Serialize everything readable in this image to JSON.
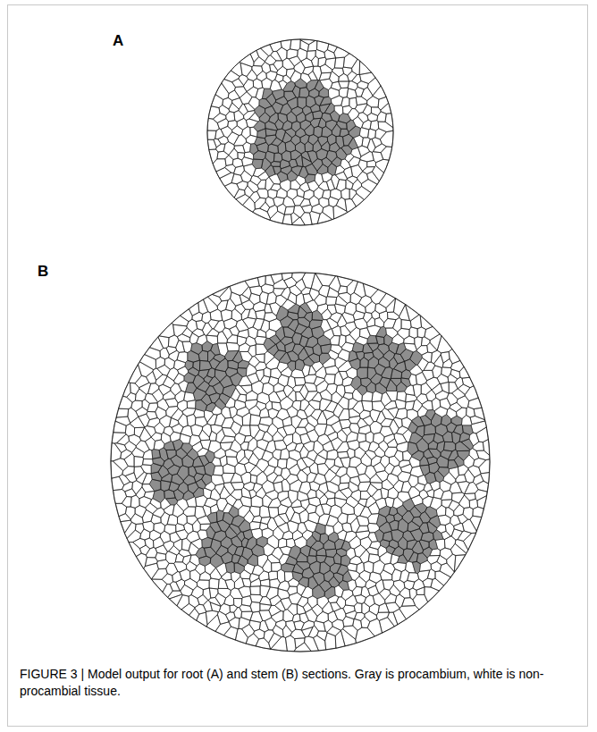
{
  "diagram": {
    "caption": "FIGURE 3 | Model output for root (A) and stem (B) sections. Gray is procambium, white is non-procambial tissue.",
    "labels": [
      "A",
      "B"
    ]
  }
}
